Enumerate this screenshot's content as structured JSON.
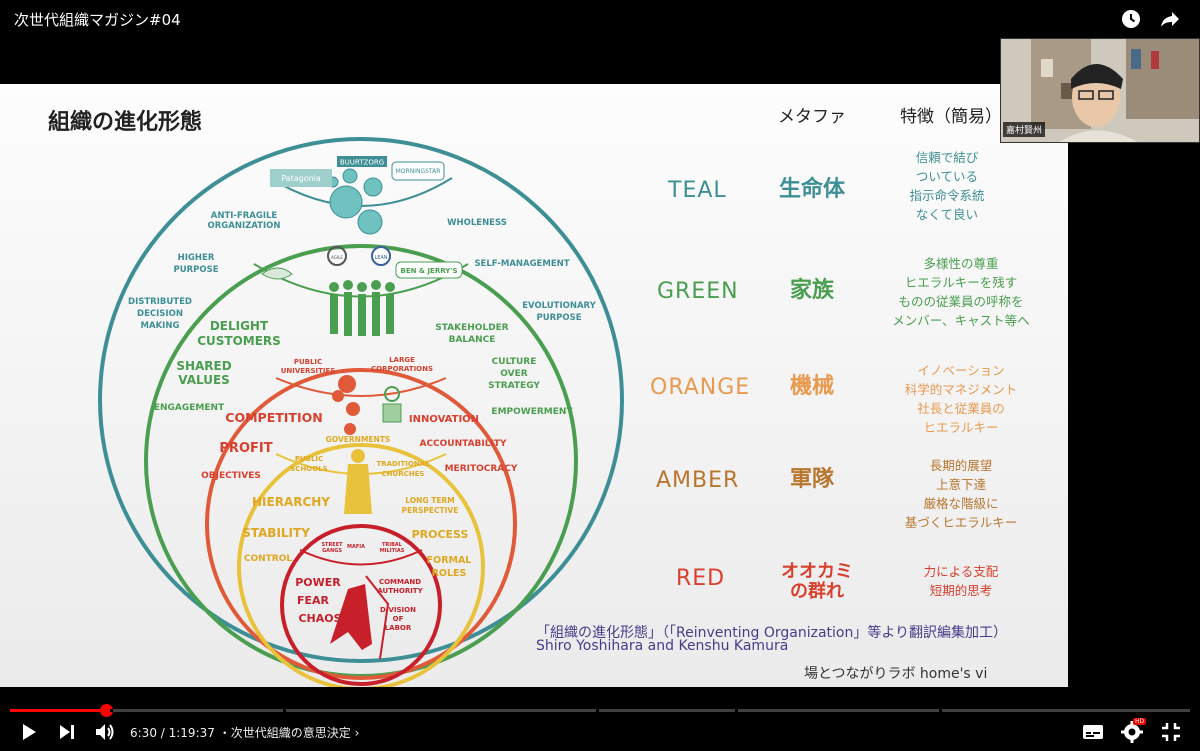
{
  "player": {
    "video_title": "次世代組織マガジン#04",
    "time_display": "6:30 / 1:19:37",
    "chapter": "・次世代組織の意思決定",
    "progress": 0.0817,
    "buffered": 0.09,
    "hd_badge": "HD",
    "colors": {
      "progress": "#ff0000",
      "background": "#000000"
    },
    "icons": [
      "clock-icon",
      "share-icon",
      "play-icon",
      "next-icon",
      "volume-icon",
      "subtitles-icon",
      "settings-icon",
      "exit-fullscreen-icon"
    ]
  },
  "webcam": {
    "name": "嘉村賢州"
  },
  "slide": {
    "title": "組織の進化形態",
    "header_metaphor": "メタファ",
    "header_feature": "特徴（簡易）",
    "stages": [
      {
        "name": "TEAL",
        "metaphor": [
          "生命体"
        ],
        "features": [
          "信頼で結び",
          "ついている",
          "指示命令系統",
          "なくて良い"
        ],
        "color": "#3d8f95"
      },
      {
        "name": "GREEN",
        "metaphor": [
          "家族"
        ],
        "features": [
          "多様性の尊重",
          "ヒエラルキーを残す",
          "ものの従業員の呼称を",
          "メンバー、キャスト等へ"
        ],
        "color": "#4a9e4f"
      },
      {
        "name": "ORANGE",
        "metaphor": [
          "機械"
        ],
        "features": [
          "イノベーション",
          "科学的マネジメント",
          "社長と従業員の",
          "ヒエラルキー"
        ],
        "color": "#e89a4f"
      },
      {
        "name": "AMBER",
        "metaphor": [
          "軍隊"
        ],
        "features": [
          "長期的展望",
          "上意下達",
          "厳格な階級に",
          "基づくヒエラルキー"
        ],
        "color": "#b8762e"
      },
      {
        "name": "RED",
        "metaphor": [
          "オオカミ",
          "の群れ"
        ],
        "features": [
          "力による支配",
          "短期的思考"
        ],
        "color": "#d8402e"
      }
    ],
    "credit_line1": "「組織の進化形態」（「Reinventing Organization」等より翻訳編集加工）",
    "credit_line2": "Shiro Yoshihara and Kenshu Kamura",
    "brand": "場とつながりラボ home's vi",
    "diagram": {
      "teal_labels": [
        "BUURTZORG",
        "MORNINGSTAR",
        "Patagonia",
        "ANTI-FRAGILE",
        "ORGANIZATION",
        "WHOLENESS",
        "HIGHER",
        "PURPOSE",
        "SELF-MANAGEMENT",
        "DISTRIBUTED",
        "DECISION",
        "MAKING",
        "EVOLUTIONARY",
        "PURPOSE"
      ],
      "green_labels": [
        "BEN & JERRY'S",
        "LEAN",
        "AGILE",
        "DELIGHT",
        "CUSTOMERS",
        "STAKEHOLDER",
        "BALANCE",
        "SHARED",
        "VALUES",
        "CULTURE",
        "OVER",
        "STRATEGY",
        "ENGAGEMENT",
        "EMPOWERMENT"
      ],
      "orange_labels": [
        "PUBLIC",
        "UNIVERSITIES",
        "LARGE",
        "CORPORATIONS",
        "COMPETITION",
        "INNOVATION",
        "PROFIT",
        "ACCOUNTABILITY",
        "OBJECTIVES",
        "MERITOCRACY"
      ],
      "amber_labels": [
        "GOVERNMENTS",
        "PUBLIC",
        "SCHOOLS",
        "TRADITIONAL",
        "CHURCHES",
        "HIERARCHY",
        "LONG TERM",
        "PERSPECTIVE",
        "STABILITY",
        "PROCESS",
        "CONTROL",
        "FORMAL",
        "ROLES"
      ],
      "red_labels": [
        "STREET",
        "GANGS",
        "MAFIA",
        "TRIBAL",
        "MILITIAS",
        "POWER",
        "FEAR",
        "CHAOS",
        "COMMAND",
        "AUTHORITY",
        "DIVISION",
        "OF",
        "LABOR"
      ]
    }
  }
}
